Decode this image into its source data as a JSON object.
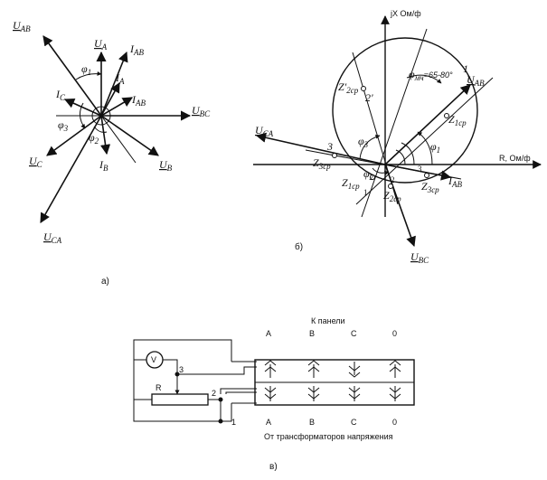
{
  "panel_a": {
    "caption": "а)",
    "vectors": {
      "U_AB": "U",
      "U_AB_sub": "AB",
      "U_A": "U",
      "U_A_sub": "A",
      "I_AB_top": "I",
      "I_AB_top_sub": "AB",
      "I_A": "I",
      "I_A_sub": "A",
      "I_AB_mid": "I",
      "I_AB_mid_sub": "AB",
      "U_BC": "U",
      "U_BC_sub": "BC",
      "I_C": "I",
      "I_C_sub": "C",
      "U_C": "U",
      "U_C_sub": "C",
      "I_B": "I",
      "I_B_sub": "B",
      "U_B": "U",
      "U_B_sub": "B",
      "U_CA": "U",
      "U_CA_sub": "CA"
    },
    "angles": {
      "phi1": "φ",
      "phi1_sub": "1",
      "phi2": "φ",
      "phi2_sub": "2",
      "phi3": "φ",
      "phi3_sub": "3"
    }
  },
  "panel_b": {
    "caption": "б)",
    "axis_x": "R, Ом/ф",
    "axis_y": "jX  Ом/ф",
    "phi_m": "φ",
    "phi_m_sub": "мч",
    "phi_m_value": "=65-80°",
    "labels": {
      "U_AB": "U",
      "U_AB_sub": "AB",
      "U_CA": "U",
      "U_CA_sub": "CA",
      "U_BC": "U",
      "U_BC_sub": "BC",
      "I_AB": "I",
      "I_AB_sub": "AB",
      "Z1cp": "Z",
      "Z1cp_sub": "1ср",
      "Z2cp_top": "Z'",
      "Z2cp_top_sub": "2ср",
      "Z3cp": "Z",
      "Z3cp_sub": "3ср",
      "Z1cp_low": "Z",
      "Z1cp_low_sub": "1ср",
      "Z2cp_low": "Z",
      "Z2cp_low_sub": "2ср",
      "Z3cp_low": "Z",
      "Z3cp_low_sub": "3ср",
      "phi1": "φ",
      "phi1_sub": "1",
      "phi2": "φ",
      "phi2_sub": "2",
      "phi3": "φ",
      "phi3_sub": "3",
      "n1": "1",
      "n2": "2",
      "n2p": "2'",
      "n3": "3",
      "n1_low": "1",
      "n2_low": "2",
      "n3_low": "3"
    }
  },
  "panel_c": {
    "caption": "в)",
    "header_top": "К панели",
    "header_bottom": "От трансформаторов напряжения",
    "columns": [
      "A",
      "B",
      "C",
      "0"
    ],
    "voltmeter": "V",
    "resistor": "R",
    "node1": "1",
    "node2": "2",
    "node3": "3"
  }
}
